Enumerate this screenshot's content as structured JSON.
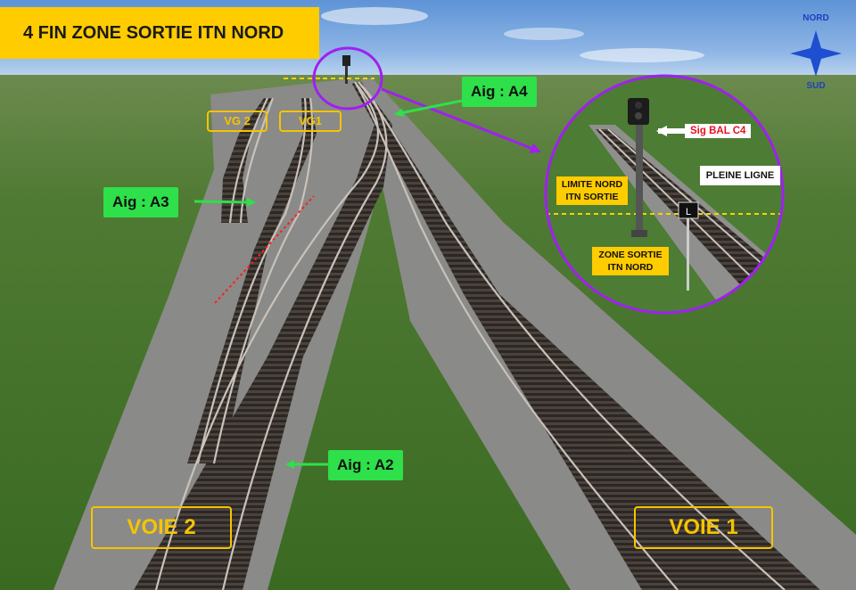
{
  "title": "4 FIN ZONE SORTIE ITN NORD",
  "labels": {
    "aig_a4": "Aig : A4",
    "aig_a3": "Aig : A3",
    "aig_a2": "Aig : A2",
    "vg2": "VG 2",
    "vg1": "VG1",
    "voie2": "VOIE 2",
    "voie1": "VOIE 1"
  },
  "inset": {
    "signal_label": "Sig BAL C4",
    "limite": "LIMITE NORD ITN SORTIE",
    "pleine_ligne": "PLEINE LIGNE",
    "zone_sortie": "ZONE SORTIE ITN NORD",
    "sign_letter": "L"
  },
  "compass": {
    "north": "NORD",
    "south": "SUD"
  },
  "colors": {
    "title_bg": "#ffcc00",
    "aig_bg": "#2ee04a",
    "outline": "#f5c400",
    "circle": "#a020f0",
    "compass": "#1e4fd0",
    "signal_text": "#e8121e"
  }
}
